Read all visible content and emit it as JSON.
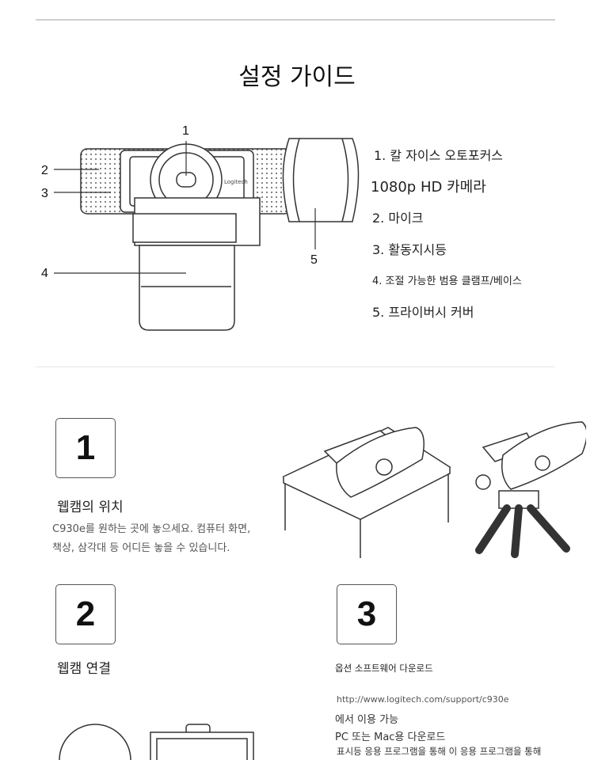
{
  "title": "설정 가이드",
  "diagram": {
    "callouts": [
      "1",
      "2",
      "3",
      "4",
      "5"
    ],
    "brand": "Logitech"
  },
  "legend": [
    "1. 칼 자이스 오토포커스",
    "1080p HD 카메라",
    "2. 마이크",
    "3. 활동지시등",
    "4. 조절 가능한 범용 클램프/베이스",
    "5. 프라이버시 커버"
  ],
  "steps": [
    {
      "number": "1",
      "heading": "웹캠의 위치",
      "lines": [
        "C930e를 원하는 곳에 놓으세요. 컴퓨터 화면,",
        "책상, 삼각대 등 어디든 놓을 수 있습니다."
      ]
    },
    {
      "number": "2",
      "heading": "웹캠 연결"
    },
    {
      "number": "3",
      "heading": "옵션 소프트웨어 다운로드",
      "url": "http://www.logitech.com/support/c930e",
      "lines": [
        "에서 이용 가능",
        "PC 또는 Mac용 다운로드",
        "표시등 응용 프로그램을 통해 이 응용 프로그램을 통해"
      ]
    }
  ]
}
